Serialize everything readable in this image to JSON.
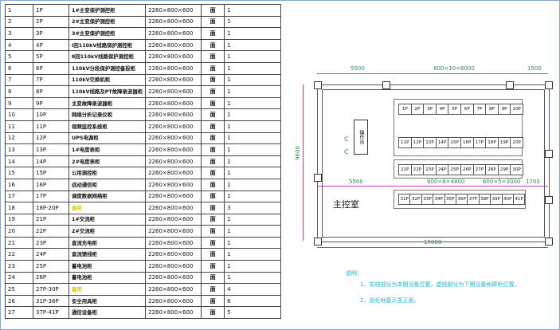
{
  "table": {
    "rows": [
      [
        "1",
        "1P",
        "1#主变保护测控柜",
        "2260×800×600",
        "面",
        "1"
      ],
      [
        "2",
        "2P",
        "2#主变保护测控柜",
        "2260×800×600",
        "面",
        "1"
      ],
      [
        "3",
        "3P",
        "3#主变保护测控柜",
        "2260×800×600",
        "面",
        "1"
      ],
      [
        "4",
        "4P",
        "Ⅰ回110kV线路保护测控柜",
        "2260×800×600",
        "面",
        "1"
      ],
      [
        "5",
        "5P",
        "Ⅱ回110kV线路保护测控柜",
        "2260×800×600",
        "面",
        "1"
      ],
      [
        "6",
        "6P",
        "110kV分段保护测控备投柜",
        "2260×800×600",
        "面",
        "1"
      ],
      [
        "7",
        "7P",
        "110kV交换机柜",
        "2260×800×600",
        "面",
        "1"
      ],
      [
        "8",
        "8P",
        "110kV线路及PT故障录波器柜",
        "2260×800×600",
        "面",
        "1"
      ],
      [
        "9",
        "9P",
        "主变故障录波器柜",
        "2260×800×600",
        "面",
        "1"
      ],
      [
        "10",
        "10P",
        "网络分析记录仪柜",
        "2260×800×600",
        "面",
        "1"
      ],
      [
        "11",
        "11P",
        "视频监控系统柜",
        "2260×800×600",
        "面",
        "1"
      ],
      [
        "12",
        "12P",
        "UPS电源柜",
        "2260×800×600",
        "面",
        "1"
      ],
      [
        "13",
        "13P",
        "1#电度表柜",
        "2260×800×600",
        "面",
        "1"
      ],
      [
        "14",
        "14P",
        "2#电度表柜",
        "2260×800×600",
        "面",
        "1"
      ],
      [
        "15",
        "15P",
        "公用测控柜",
        "2260×800×600",
        "面",
        "1"
      ],
      [
        "16",
        "16P",
        "远动通信柜",
        "2260×800×600",
        "面",
        "1"
      ],
      [
        "17",
        "17P",
        "调度数据网络柜",
        "2260×800×600",
        "面",
        "1"
      ],
      [
        "18",
        "18P-20P",
        "备用",
        "2260×800×600",
        "面",
        "3"
      ],
      [
        "19",
        "21P",
        "1#交流柜",
        "2260×800×600",
        "面",
        "1"
      ],
      [
        "20",
        "22P",
        "2#交流柜",
        "2260×800×600",
        "面",
        "1"
      ],
      [
        "21",
        "23P",
        "直流充电柜",
        "2260×800×600",
        "面",
        "1"
      ],
      [
        "22",
        "24P",
        "直流馈线柜",
        "2260×800×600",
        "面",
        "1"
      ],
      [
        "23",
        "25P",
        "蓄电池柜",
        "2260×800×600",
        "面",
        "1"
      ],
      [
        "24",
        "26P",
        "蓄电池柜",
        "2260×800×600",
        "面",
        "1"
      ],
      [
        "25",
        "27P-30P",
        "备用",
        "2260×800×600",
        "面",
        "4"
      ],
      [
        "26",
        "31P-36P",
        "安全用具柜",
        "2260×800×600",
        "面",
        "6"
      ],
      [
        "27",
        "37P-41P",
        "通信设备柜",
        "2260×800×600",
        "面",
        "5"
      ]
    ],
    "highlight_rows": [
      17,
      24
    ]
  },
  "drawing": {
    "dims": {
      "top_left": "5500",
      "top_mid": "800×10=8000",
      "top_right": "1500",
      "left_v": "9600",
      "mid_left": "5500",
      "mid_mid": "800×6=4800",
      "mid_mid2": "600×5=3000",
      "mid_right": "1700",
      "bottom": "15000"
    },
    "room_label": "主控室",
    "desk_label": "操作台",
    "row1": [
      "1P",
      "2P",
      "3P",
      "4P",
      "5P",
      "6P",
      "7P",
      "8P",
      "9P",
      "10P"
    ],
    "row2": [
      "11P",
      "12P",
      "13P",
      "14P",
      "15P",
      "16P",
      "17P",
      "18P",
      "19P",
      "20P"
    ],
    "row3": [
      "21P",
      "22P",
      "23P",
      "24P",
      "25P",
      "26P",
      "27P",
      "28P",
      "29P",
      "30P"
    ],
    "row4": [
      "31P",
      "32P",
      "33P",
      "34P",
      "35P",
      "36P",
      "37P",
      "38P",
      "39P",
      "40P",
      "41P"
    ],
    "notes": {
      "title": "说明：",
      "n1": "1、实线部分为本期设备位置，虚线部分为下期设备和屏柜位置。",
      "n2": "2、盘柜地基示意正面。"
    }
  }
}
